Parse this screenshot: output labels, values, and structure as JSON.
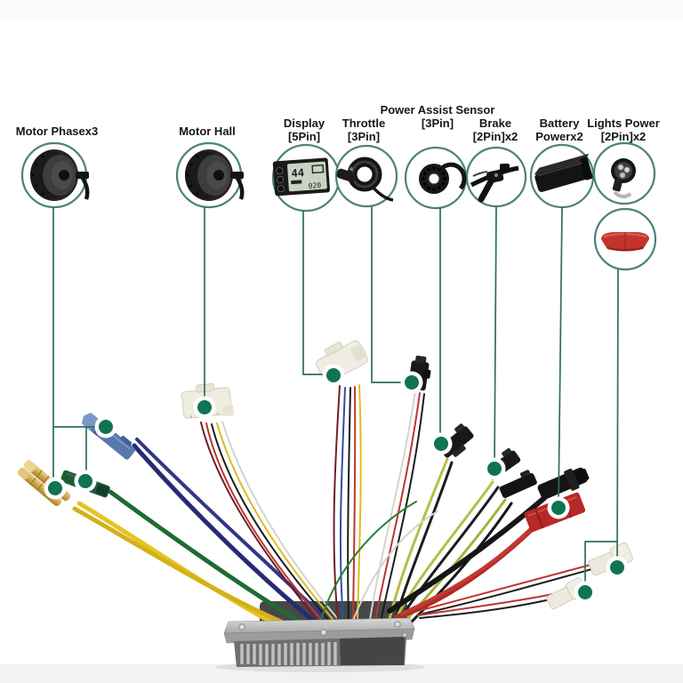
{
  "diagram": {
    "labels": [
      {
        "id": "motor-phase",
        "line1": "Motor Phasex3",
        "line2": ""
      },
      {
        "id": "motor-hall",
        "line1": "Motor Hall",
        "line2": ""
      },
      {
        "id": "display",
        "line1": "Display",
        "line2": "[5Pin]"
      },
      {
        "id": "throttle",
        "line1": "Throttle",
        "line2": "[3Pin]"
      },
      {
        "id": "pas",
        "line1": "Power Assist Sensor",
        "line2": "[3Pin]"
      },
      {
        "id": "brake",
        "line1": "Brake",
        "line2": "[2Pin]x2"
      },
      {
        "id": "battery",
        "line1": "Battery",
        "line2": "Powerx2"
      },
      {
        "id": "lights",
        "line1": "Lights Power",
        "line2": "[2Pin]x2"
      }
    ],
    "display_screen": {
      "main": "44",
      "sub": "020"
    },
    "icons": [
      "hub-motor-icon",
      "hub-motor-icon",
      "lcd-display-icon",
      "thumb-throttle-icon",
      "pas-sensor-icon",
      "brake-lever-icon",
      "battery-connector-icon",
      "headlight-icon",
      "taillight-icon"
    ],
    "colors": {
      "callout_line": "#2e6f5a",
      "callout_ring": "#4c8376",
      "marker": "#107352",
      "wire_yellow": "#e6c41f",
      "wire_green": "#1e6b33",
      "wire_navy": "#262a74",
      "wire_chartreuse": "#b5bf47",
      "anderson_red": "#b52a28",
      "taillight_red": "#c2342c",
      "gold_connector": "#cfa94e",
      "floor": "#f2f2f0"
    }
  }
}
